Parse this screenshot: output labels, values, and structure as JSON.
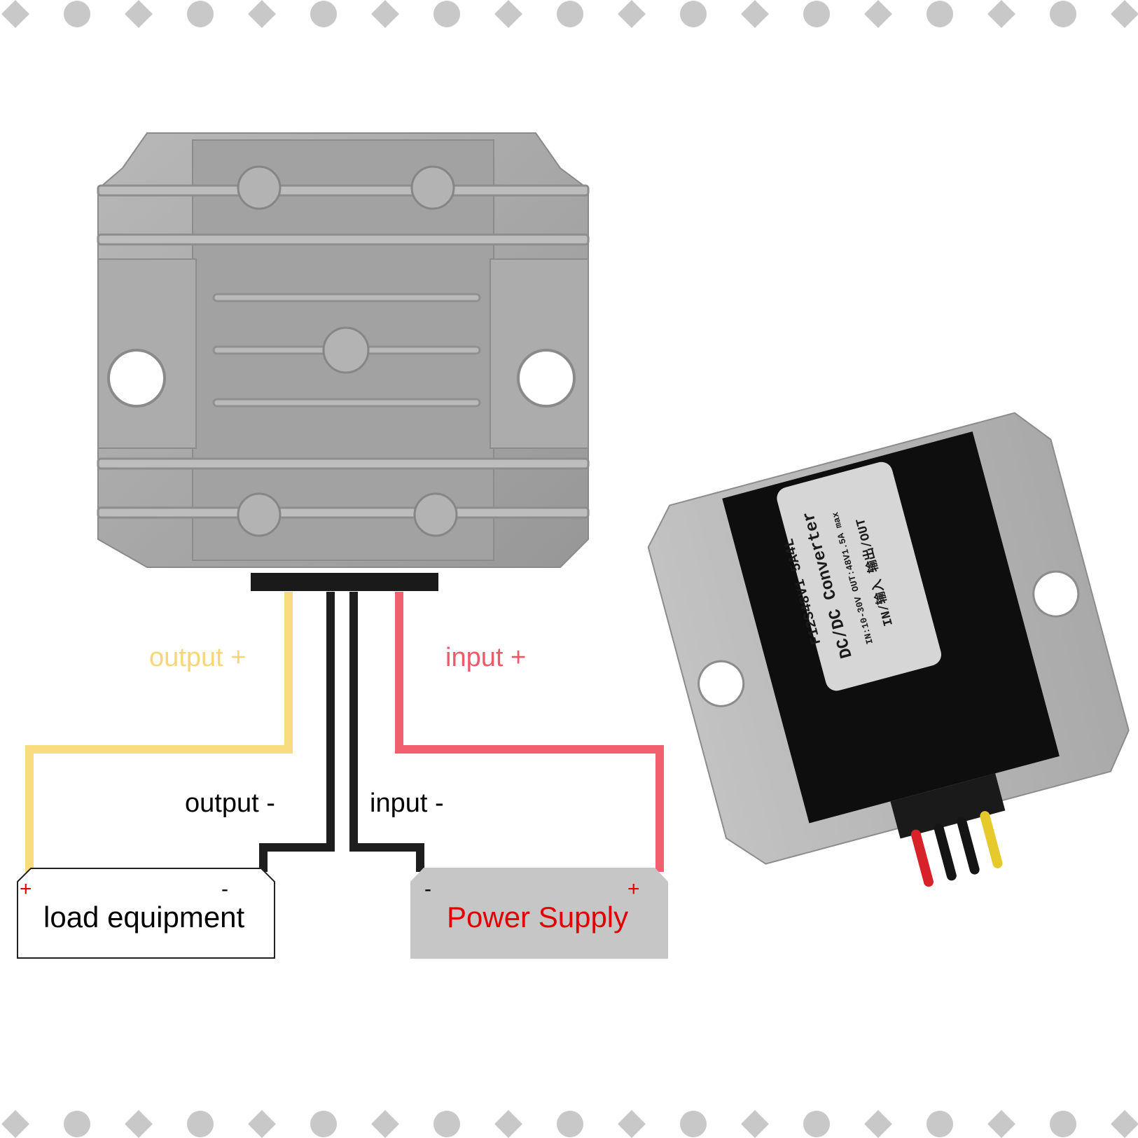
{
  "labels": {
    "output_plus": "output +",
    "input_plus": "input +",
    "output_minus": "output -",
    "input_minus": "input -"
  },
  "load_box": {
    "text": "load equipment",
    "plus": "+",
    "minus": "-"
  },
  "supply_box": {
    "text": "Power Supply",
    "minus": "-",
    "plus": "+"
  },
  "module_label": {
    "line1": "F12S48V1 5A4L",
    "line2": "DC/DC Converter",
    "line3": "IN:10-30V OUT:48V1.5A max",
    "line4": "IN/输入 输出/OUT"
  },
  "colors": {
    "output_plus_wire": "#f9dc7f",
    "input_plus_wire": "#f0606e",
    "minus_wire": "#1e1e1e",
    "output_plus_text": "#f7d675",
    "input_plus_text": "#ee5a69",
    "sign_red": "#e00000",
    "supply_text": "#e00000",
    "supply_fill": "#c6c6c6",
    "border_shape": "#c8c8c8",
    "module_metal": "#a6a6a6"
  }
}
